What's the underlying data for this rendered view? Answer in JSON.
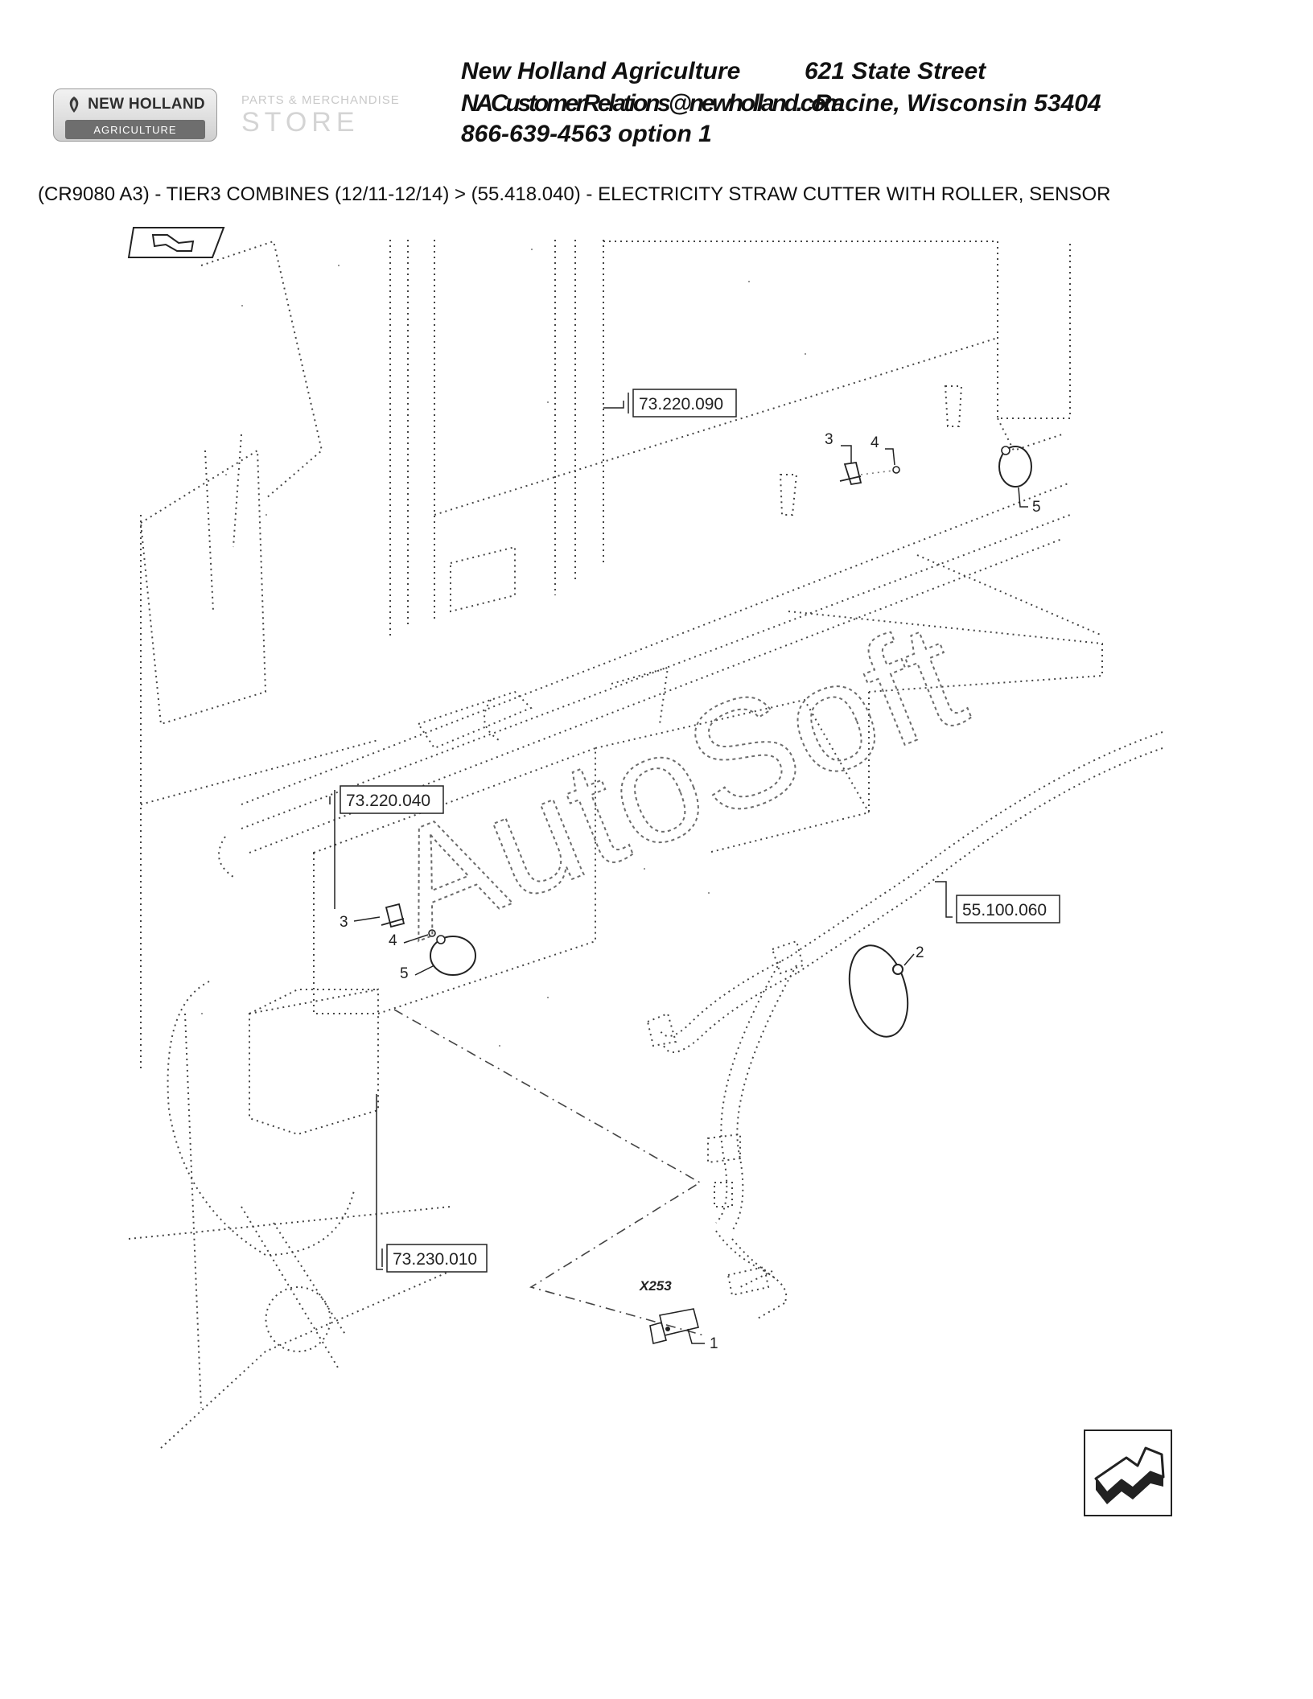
{
  "header": {
    "brand_name": "NEW HOLLAND",
    "brand_sub": "AGRICULTURE",
    "store_line1": "PARTS & MERCHANDISE",
    "store_line2": "STORE",
    "company": "New Holland Agriculture",
    "street": "621 State Street",
    "email": "NACustomerRelations@newholland.com",
    "city": "Racine, Wisconsin 53404",
    "phone": "866-639-4563 option 1"
  },
  "breadcrumb": "(CR9080 A3) - TIER3 COMBINES (12/11-12/14) > (55.418.040) - ELECTRICITY STRAW CUTTER WITH ROLLER, SENSOR",
  "diagram": {
    "refs": {
      "r1": "73.220.090",
      "r2": "73.220.040",
      "r3": "55.100.060",
      "r4": "73.230.010"
    },
    "callouts": {
      "c3a": "3",
      "c4a": "4",
      "c5a": "5",
      "c3b": "3",
      "c4b": "4",
      "c5b": "5",
      "c2": "2",
      "c1": "1"
    },
    "connector": "X253",
    "watermark": "AutoSoft"
  },
  "icons": {
    "top_left": "exploded-view-icon",
    "bottom_right": "next-view-arrow-icon"
  }
}
